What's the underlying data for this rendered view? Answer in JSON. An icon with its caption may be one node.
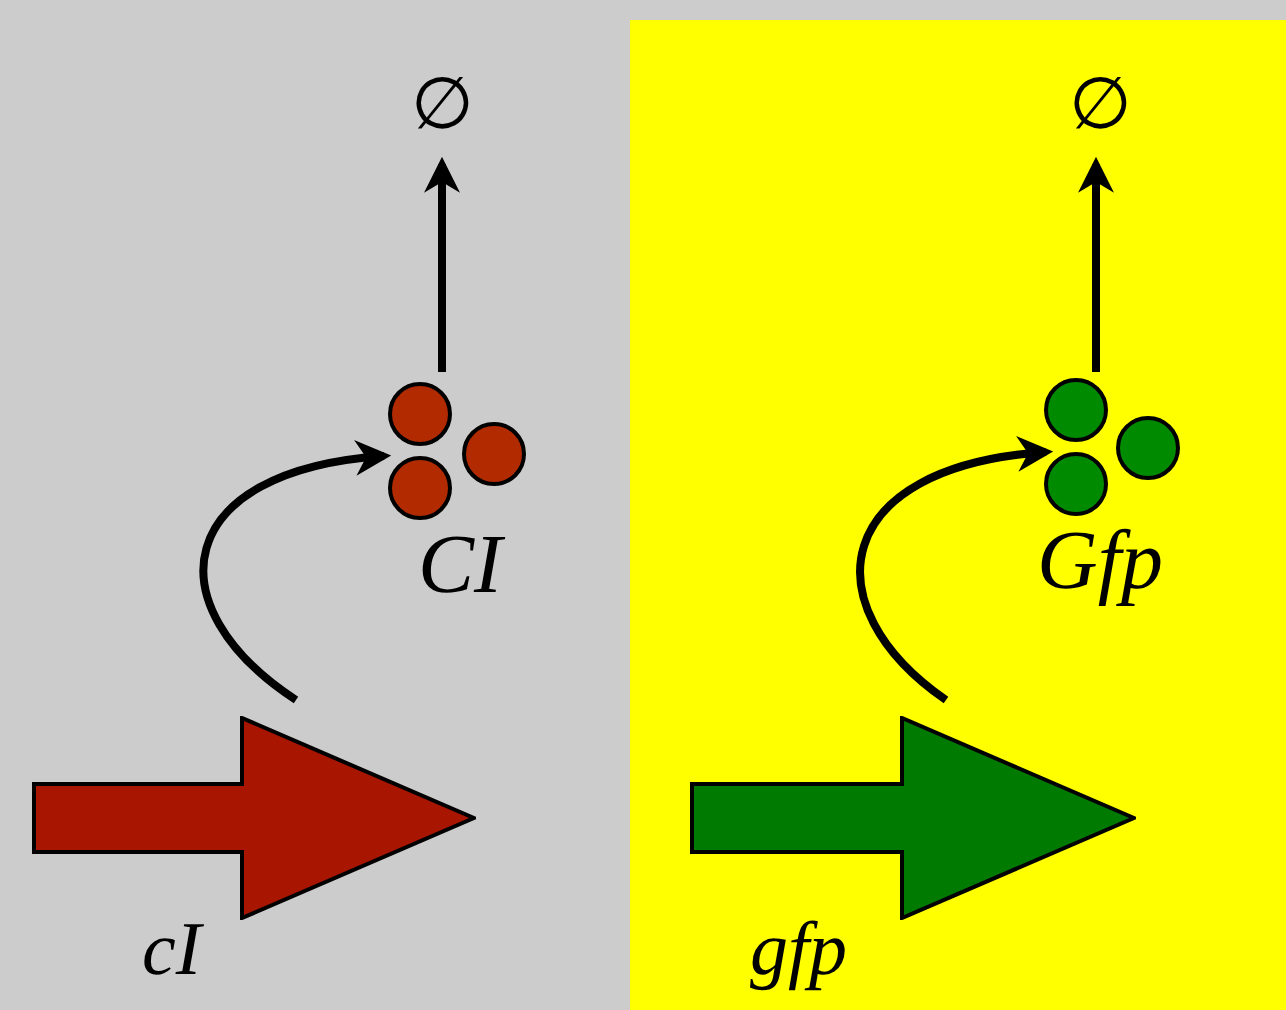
{
  "diagram": {
    "nodes": [
      {
        "text": [],
        "shape": "box"
      },
      {
        "text": [
          "cI"
        ],
        "in": 0
      },
      {
        "text": [
          "CI"
        ],
        "in": 0
      },
      {
        "text": [
          "∅"
        ],
        "in": 0
      },
      {
        "text": [],
        "shape": "box"
      },
      {
        "text": [
          "gfp"
        ],
        "in": 4
      },
      {
        "text": [
          "Gfp"
        ],
        "in": 4
      },
      {
        "text": [
          "∅"
        ],
        "in": 4
      }
    ],
    "edges": [
      {
        "from": 1,
        "to": 2,
        "arrow": "to"
      },
      {
        "from": 2,
        "to": 3,
        "arrow": "to"
      },
      {
        "from": 5,
        "to": 6,
        "arrow": "to"
      },
      {
        "from": 6,
        "to": 7,
        "arrow": "to"
      }
    ]
  }
}
